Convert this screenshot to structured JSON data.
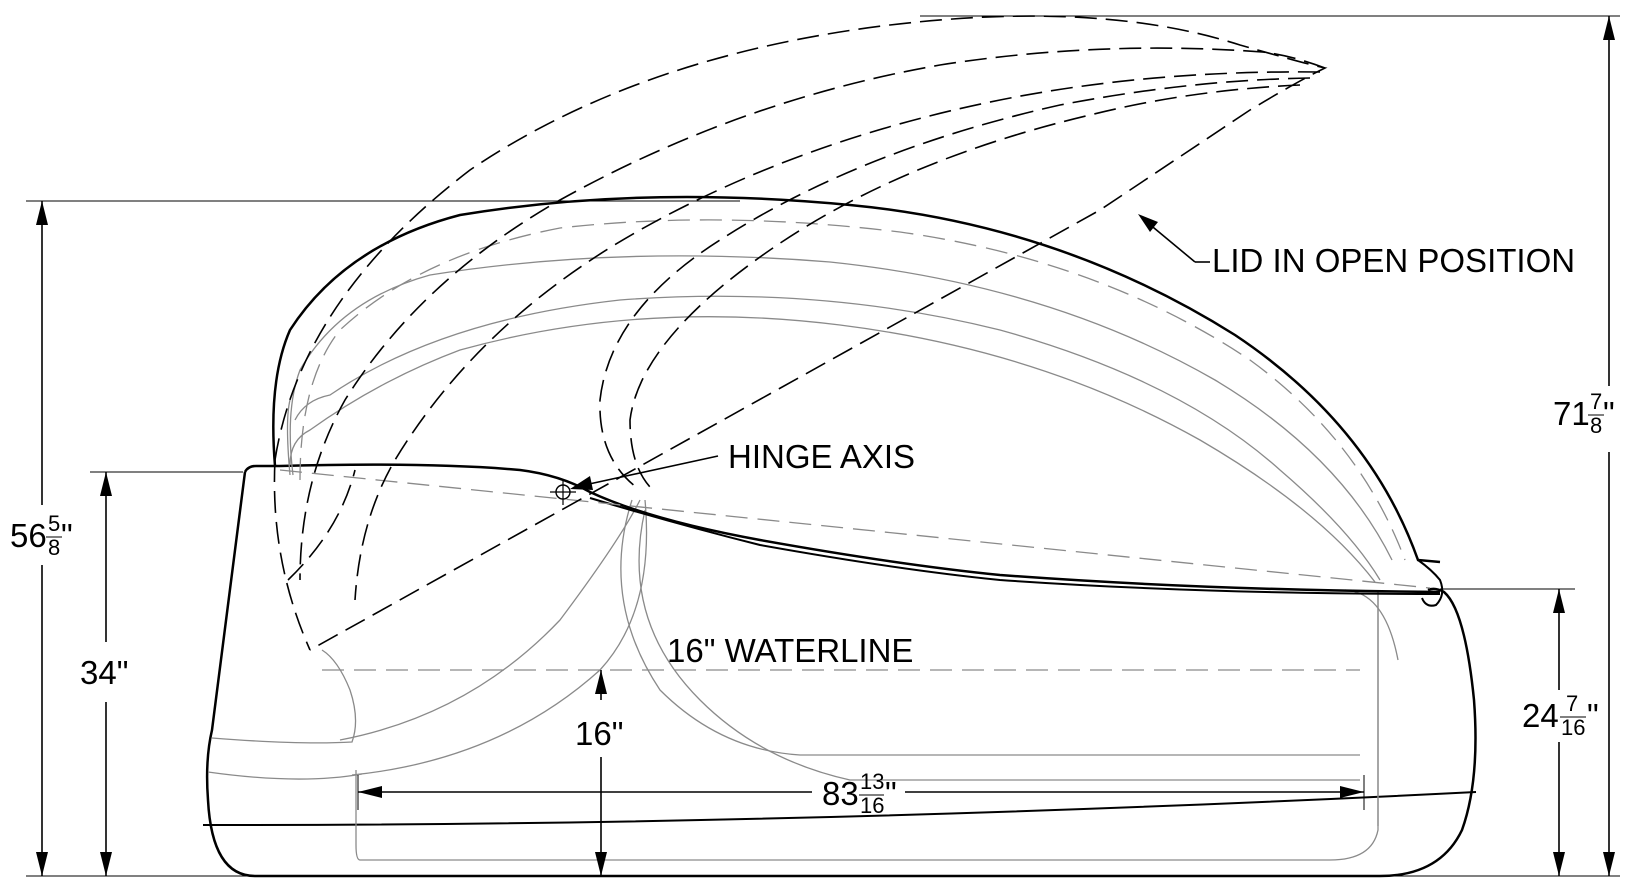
{
  "callouts": {
    "lid_open": "LID IN OPEN POSITION",
    "hinge_axis": "HINGE AXIS",
    "waterline": "16\" WATERLINE"
  },
  "dimensions": {
    "overall_height_open": {
      "whole": "71",
      "num": "7",
      "den": "8",
      "unit": "\""
    },
    "overall_height_closed": {
      "whole": "56",
      "num": "5",
      "den": "8",
      "unit": "\""
    },
    "hinge_height": "34\"",
    "waterline_height": "16\"",
    "rim_height": {
      "whole": "24",
      "num": "7",
      "den": "16",
      "unit": "\""
    },
    "overall_length": {
      "whole": "83",
      "num": "13",
      "den": "16",
      "unit": "\""
    }
  }
}
